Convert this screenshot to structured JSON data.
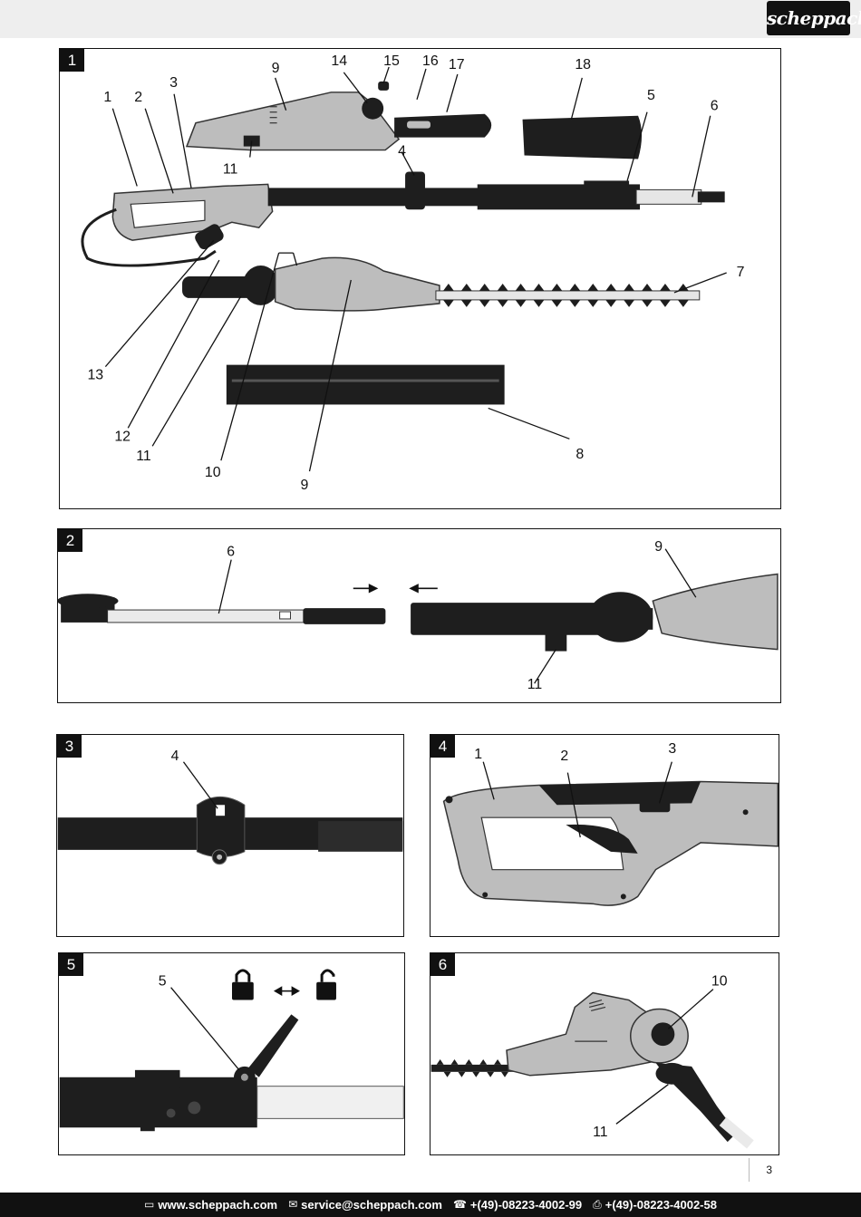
{
  "brand": {
    "logo_text": "scheppach"
  },
  "figures": [
    {
      "number": "1",
      "callouts": [
        "1",
        "2",
        "3",
        "4",
        "5",
        "6",
        "7",
        "8",
        "9",
        "9",
        "10",
        "11",
        "11",
        "12",
        "13",
        "14",
        "15",
        "16",
        "17",
        "18"
      ]
    },
    {
      "number": "2",
      "callouts": [
        "6",
        "9",
        "11"
      ]
    },
    {
      "number": "3",
      "callouts": [
        "4"
      ]
    },
    {
      "number": "4",
      "callouts": [
        "1",
        "2",
        "3"
      ]
    },
    {
      "number": "5",
      "callouts": [
        "5"
      ]
    },
    {
      "number": "6",
      "callouts": [
        "10",
        "11"
      ]
    }
  ],
  "page_number": "3",
  "footer": {
    "website": "www.scheppach.com",
    "email": "service@scheppach.com",
    "phone": "+(49)-08223-4002-99",
    "fax": "+(49)-08223-4002-58"
  },
  "icons": [
    "monitor-icon",
    "mail-icon",
    "phone-icon",
    "fax-icon",
    "lock-closed-icon",
    "lock-open-icon",
    "double-arrow-icon"
  ],
  "colors": {
    "product_grey": "#bdbdbd",
    "dark_parts": "#1e1e1e",
    "footer_bg": "#111111"
  }
}
